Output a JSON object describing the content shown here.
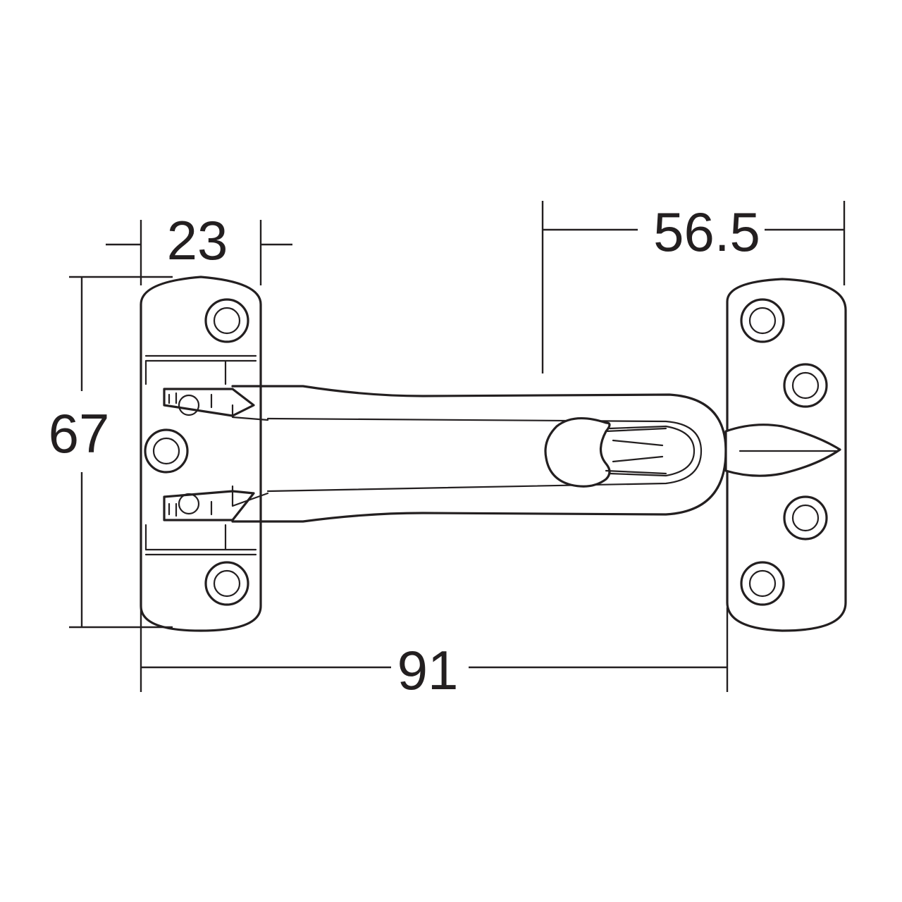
{
  "diagram": {
    "dimensions": {
      "width_left_plate": "23",
      "height_plate": "67",
      "overall_length": "91",
      "keeper_offset": "56.5"
    },
    "colors": {
      "line": "#231f20",
      "background": "#ffffff"
    }
  }
}
